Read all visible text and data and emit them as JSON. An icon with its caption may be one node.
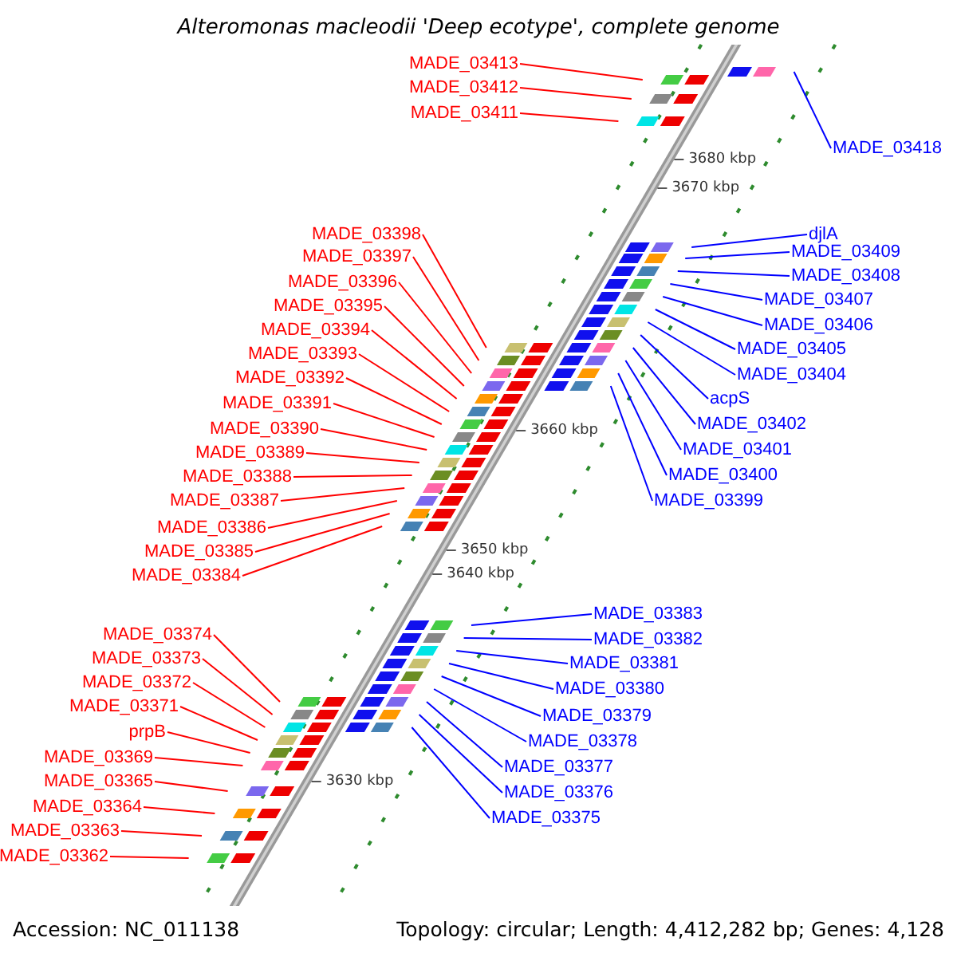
{
  "diagram": {
    "title": "Alteromonas macleodii 'Deep ecotype', complete genome",
    "nodes": [
      {
        "text": [
          "MADE_03413"
        ]
      },
      {
        "text": [
          "MADE_03412"
        ]
      },
      {
        "text": [
          "MADE_03411"
        ]
      },
      {
        "text": [
          "MADE_03398"
        ]
      },
      {
        "text": [
          "MADE_03397"
        ]
      },
      {
        "text": [
          "MADE_03396"
        ]
      },
      {
        "text": [
          "MADE_03395"
        ]
      },
      {
        "text": [
          "MADE_03394"
        ]
      },
      {
        "text": [
          "MADE_03393"
        ]
      },
      {
        "text": [
          "MADE_03392"
        ]
      },
      {
        "text": [
          "MADE_03391"
        ]
      },
      {
        "text": [
          "MADE_03390"
        ]
      },
      {
        "text": [
          "MADE_03389"
        ]
      },
      {
        "text": [
          "MADE_03388"
        ]
      },
      {
        "text": [
          "MADE_03387"
        ]
      },
      {
        "text": [
          "MADE_03386"
        ]
      },
      {
        "text": [
          "MADE_03385"
        ]
      },
      {
        "text": [
          "MADE_03384"
        ]
      },
      {
        "text": [
          "MADE_03374"
        ]
      },
      {
        "text": [
          "MADE_03373"
        ]
      },
      {
        "text": [
          "MADE_03372"
        ]
      },
      {
        "text": [
          "MADE_03371"
        ]
      },
      {
        "text": [
          "prpB"
        ]
      },
      {
        "text": [
          "MADE_03369"
        ]
      },
      {
        "text": [
          "MADE_03365"
        ]
      },
      {
        "text": [
          "MADE_03364"
        ]
      },
      {
        "text": [
          "MADE_03363"
        ]
      },
      {
        "text": [
          "MADE_03362"
        ]
      },
      {
        "text": [
          "MADE_03418"
        ]
      },
      {
        "text": [
          "djlA"
        ]
      },
      {
        "text": [
          "MADE_03409"
        ]
      },
      {
        "text": [
          "MADE_03408"
        ]
      },
      {
        "text": [
          "MADE_03407"
        ]
      },
      {
        "text": [
          "MADE_03406"
        ]
      },
      {
        "text": [
          "MADE_03405"
        ]
      },
      {
        "text": [
          "MADE_03404"
        ]
      },
      {
        "text": [
          "acpS"
        ]
      },
      {
        "text": [
          "MADE_03402"
        ]
      },
      {
        "text": [
          "MADE_03401"
        ]
      },
      {
        "text": [
          "MADE_03400"
        ]
      },
      {
        "text": [
          "MADE_03399"
        ]
      },
      {
        "text": [
          "MADE_03383"
        ]
      },
      {
        "text": [
          "MADE_03382"
        ]
      },
      {
        "text": [
          "MADE_03381"
        ]
      },
      {
        "text": [
          "MADE_03380"
        ]
      },
      {
        "text": [
          "MADE_03379"
        ]
      },
      {
        "text": [
          "MADE_03378"
        ]
      },
      {
        "text": [
          "MADE_03377"
        ]
      },
      {
        "text": [
          "MADE_03376"
        ]
      },
      {
        "text": [
          "MADE_03375"
        ]
      }
    ],
    "edges": [
      {
        "from": 0,
        "to": null,
        "arrow": "none"
      },
      {
        "from": 1,
        "to": null,
        "arrow": "none"
      },
      {
        "from": 2,
        "to": null,
        "arrow": "none"
      },
      {
        "from": 3,
        "to": null,
        "arrow": "none"
      },
      {
        "from": 4,
        "to": null,
        "arrow": "none"
      },
      {
        "from": 5,
        "to": null,
        "arrow": "none"
      },
      {
        "from": 6,
        "to": null,
        "arrow": "none"
      },
      {
        "from": 7,
        "to": null,
        "arrow": "none"
      },
      {
        "from": 8,
        "to": null,
        "arrow": "none"
      },
      {
        "from": 9,
        "to": null,
        "arrow": "none"
      },
      {
        "from": 10,
        "to": null,
        "arrow": "none"
      },
      {
        "from": 11,
        "to": null,
        "arrow": "none"
      },
      {
        "from": 12,
        "to": null,
        "arrow": "none"
      },
      {
        "from": 13,
        "to": null,
        "arrow": "none"
      },
      {
        "from": 14,
        "to": null,
        "arrow": "none"
      },
      {
        "from": 15,
        "to": null,
        "arrow": "none"
      },
      {
        "from": 16,
        "to": null,
        "arrow": "none"
      },
      {
        "from": 17,
        "to": null,
        "arrow": "none"
      },
      {
        "from": 18,
        "to": null,
        "arrow": "none"
      },
      {
        "from": 19,
        "to": null,
        "arrow": "none"
      },
      {
        "from": 20,
        "to": null,
        "arrow": "none"
      },
      {
        "from": 21,
        "to": null,
        "arrow": "none"
      },
      {
        "from": 22,
        "to": null,
        "arrow": "none"
      },
      {
        "from": 23,
        "to": null,
        "arrow": "none"
      },
      {
        "from": 24,
        "to": null,
        "arrow": "none"
      },
      {
        "from": 25,
        "to": null,
        "arrow": "none"
      },
      {
        "from": 26,
        "to": null,
        "arrow": "none"
      },
      {
        "from": 27,
        "to": null,
        "arrow": "none"
      },
      {
        "from": 28,
        "to": null,
        "arrow": "none",
        "color": "#0000ff"
      },
      {
        "from": 29,
        "to": null,
        "arrow": "none",
        "color": "#0000ff"
      },
      {
        "from": 30,
        "to": null,
        "arrow": "none",
        "color": "#0000ff"
      },
      {
        "from": 31,
        "to": null,
        "arrow": "none",
        "color": "#0000ff"
      },
      {
        "from": 32,
        "to": null,
        "arrow": "none",
        "color": "#0000ff"
      },
      {
        "from": 33,
        "to": null,
        "arrow": "none",
        "color": "#0000ff"
      },
      {
        "from": 34,
        "to": null,
        "arrow": "none",
        "color": "#0000ff"
      },
      {
        "from": 35,
        "to": null,
        "arrow": "none",
        "color": "#0000ff"
      },
      {
        "from": 36,
        "to": null,
        "arrow": "none",
        "color": "#0000ff"
      },
      {
        "from": 37,
        "to": null,
        "arrow": "none",
        "color": "#0000ff"
      },
      {
        "from": 38,
        "to": null,
        "arrow": "none",
        "color": "#0000ff"
      },
      {
        "from": 39,
        "to": null,
        "arrow": "none",
        "color": "#0000ff"
      },
      {
        "from": 40,
        "to": null,
        "arrow": "none",
        "color": "#0000ff"
      },
      {
        "from": 41,
        "to": null,
        "arrow": "none",
        "color": "#0000ff"
      },
      {
        "from": 42,
        "to": null,
        "arrow": "none",
        "color": "#0000ff"
      },
      {
        "from": 43,
        "to": null,
        "arrow": "none",
        "color": "#0000ff"
      },
      {
        "from": 44,
        "to": null,
        "arrow": "none",
        "color": "#0000ff"
      },
      {
        "from": 45,
        "to": null,
        "arrow": "none",
        "color": "#0000ff"
      },
      {
        "from": 46,
        "to": null,
        "arrow": "none",
        "color": "#0000ff"
      },
      {
        "from": 47,
        "to": null,
        "arrow": "none",
        "color": "#0000ff"
      },
      {
        "from": 48,
        "to": null,
        "arrow": "none",
        "color": "#0000ff"
      },
      {
        "from": 49,
        "to": null,
        "arrow": "none",
        "color": "#0000ff"
      }
    ],
    "labels": [
      "3680 kbp",
      "3670 kbp",
      "3660 kbp",
      "3650 kbp",
      "3640 kbp",
      "3630 kbp",
      "Accession: NC_011138",
      "Topology: circular; Length: 4,412,282 bp; Genes: 4,128"
    ]
  }
}
